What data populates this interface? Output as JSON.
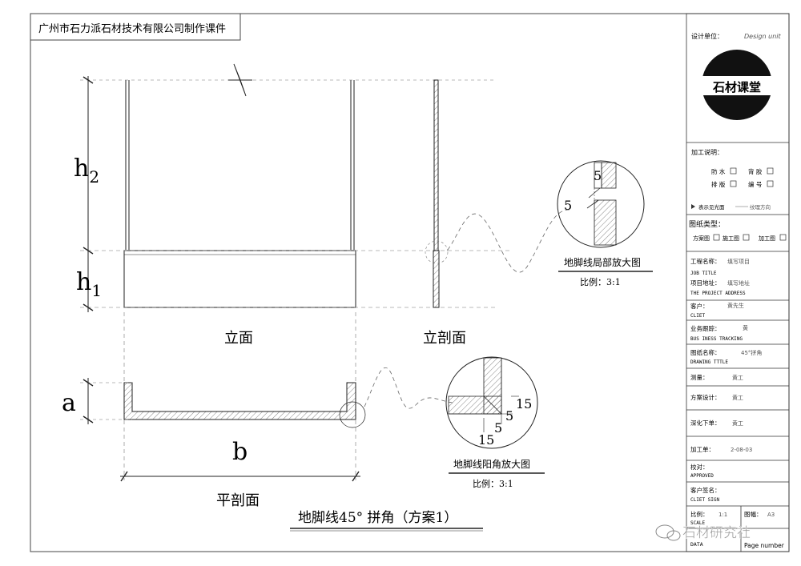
{
  "header": {
    "company": "广州市石力派石材技术有限公司制作课件"
  },
  "drawing": {
    "dim_h2": "h",
    "dim_h2_sub": "2",
    "dim_h1": "h",
    "dim_h1_sub": "1",
    "dim_a": "a",
    "dim_b": "b",
    "view_elevation": "立面",
    "view_section": "立剖面",
    "view_plan": "平剖面",
    "main_title": "地脚线45° 拼角（方案1）"
  },
  "detail1": {
    "title": "地脚线局部放大图",
    "scale": "比例：3:1",
    "dim_top": "5",
    "dim_left": "5"
  },
  "detail2": {
    "title": "地脚线阳角放大图",
    "scale": "比例：3:1",
    "dim_15_right": "15",
    "dim_5_right": "5",
    "dim_5_bottom": "5",
    "dim_15_bottom": "15"
  },
  "title_block": {
    "design_unit_cn": "设计单位：",
    "design_unit_en": "Design unit",
    "logo_text": "石材课堂",
    "process_note_label": "加工说明：",
    "chk_waterproof": "防 水",
    "chk_back_glue": "背 胶",
    "chk_layout": "排 版",
    "chk_number": "编 号",
    "legend_surface": "表示见光面",
    "legend_grain": "纹理方向",
    "drawing_type_label": "图纸类型：",
    "type_scheme": "方案图",
    "type_construction": "施工图",
    "type_processing": "加工图",
    "project_name_label": "工程名称：",
    "project_name_value": "填写项目",
    "job_title_en": "JOB TITLE",
    "project_address_label": "项目地址：",
    "project_address_value": "填写地址",
    "project_address_en": "THE PROJECT ADDRESS",
    "client_label": "客户：",
    "client_value": "黄先生",
    "client_en": "CLIET",
    "business_label": "业务跟踪：",
    "business_value": "黄",
    "business_en": "BUS INESS TRACKING",
    "drawing_name_label": "图纸名称：",
    "drawing_name_value": "45°拼角",
    "drawing_title_en": "DRAWING TTTLE",
    "survey_label": "测量：",
    "survey_value": "黄工",
    "design_label": "方案设计：",
    "design_value": "黄工",
    "deepen_label": "深化下单：",
    "deepen_value": "黄工",
    "process_order_label": "加工单：",
    "process_order_value": "2-08-03",
    "check_label": "校对：",
    "approved_en": "APPROVED",
    "client_sign_label": "客户签名：",
    "client_sign_en": "CLIET SIGN",
    "scale_label": "比例：",
    "scale_value": "1:1",
    "scale_en": "SCALE",
    "sheet_label": "图幅：",
    "sheet_value": "A3",
    "date_en": "DATA",
    "page_number_en": "Page number"
  },
  "watermark": {
    "text": "石材研究社"
  }
}
